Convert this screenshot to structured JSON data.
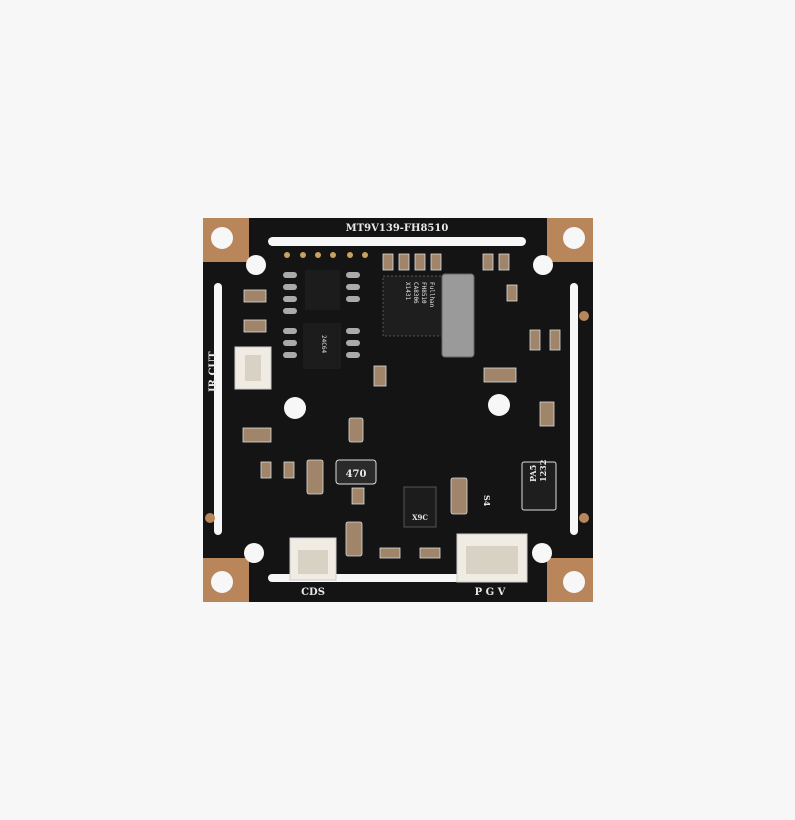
{
  "board": {
    "model_label": "MT9V139-FH8510",
    "ir_cut_label": "IR CUT",
    "cds_label": "CDS",
    "pgv_label": "P G V",
    "processor_lines": [
      "Fullhan",
      "FH8510",
      "CA8306",
      "X1431"
    ],
    "eeprom_lines": [
      "24C64"
    ],
    "inductor_label": "470",
    "diode_lines": [
      "PA5",
      "1232"
    ],
    "transistor_label": "S4",
    "regulator_label": "X9C"
  },
  "colors": {
    "background": "#f7f7f7",
    "pcb": "#141414",
    "copper": "#b9855a",
    "silkscreen": "#e8e8e8"
  }
}
